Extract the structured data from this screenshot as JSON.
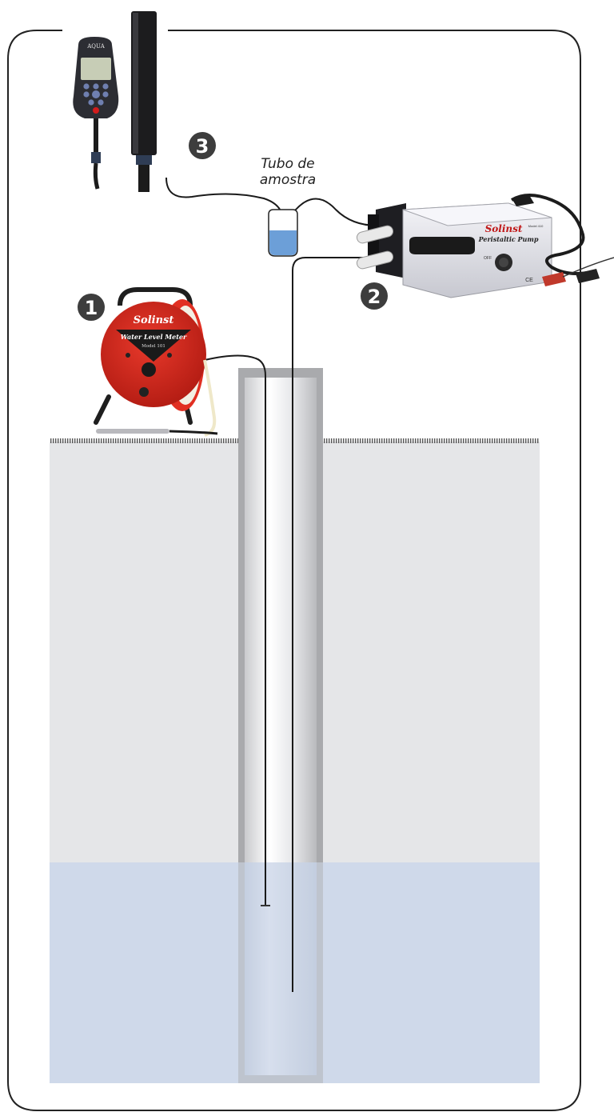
{
  "colors": {
    "frame": "#222222",
    "ground": "#e5e6e8",
    "water": "#cfd9ea",
    "casing_outer": "#a9aaad",
    "casing_inner": "#f2f3f5",
    "tube": "#1a1a1a",
    "bottle_water": "#6c9fd8",
    "reel_red": "#d32a1e",
    "pump_body": "#dedfe5",
    "marker_fill": "#3d3d3d"
  },
  "markers": {
    "one": "1",
    "two": "2",
    "three": "3"
  },
  "sample_tube_label": {
    "line1": "Tubo de",
    "line2": "amostra"
  },
  "water_level_meter": {
    "brand": "Solinst",
    "name": "Water Level Meter",
    "model": "Model 101"
  },
  "peristaltic_pump": {
    "brand": "Solinst",
    "name": "Peristaltic Pump",
    "model": "Model 410",
    "off_label": "OFF",
    "mark": "CE"
  },
  "meter": {
    "brand": "AQUA"
  }
}
